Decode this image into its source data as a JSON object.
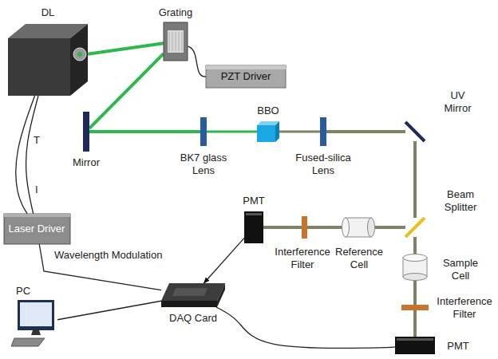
{
  "diagram": {
    "nodes": [
      {
        "text": [
          "DL"
        ]
      },
      {
        "text": [
          "Grating"
        ]
      },
      {
        "text": [
          "PZT Driver"
        ]
      },
      {
        "text": [
          "Mirror"
        ]
      },
      {
        "text": [
          "BK7 glass Lens"
        ]
      },
      {
        "text": [
          "BBO"
        ]
      },
      {
        "text": [
          "Fused-silica Lens"
        ]
      },
      {
        "text": [
          "UV Mirror"
        ]
      },
      {
        "text": [
          "PMT"
        ]
      },
      {
        "text": [
          "Interference Filter"
        ]
      },
      {
        "text": [
          "Reference Cell"
        ]
      },
      {
        "text": [
          "Beam Splitter"
        ]
      },
      {
        "text": [
          "Laser Driver"
        ]
      },
      {
        "text": [
          "Sample Cell"
        ]
      },
      {
        "text": [
          "Interference Filter"
        ]
      },
      {
        "text": [
          "DAQ Card"
        ]
      },
      {
        "text": [
          "PC"
        ]
      },
      {
        "text": [
          "PMT"
        ]
      }
    ],
    "edges": [
      {
        "from": 0,
        "to": 1,
        "arrow": "none"
      },
      {
        "from": 1,
        "to": 3,
        "arrow": "none"
      },
      {
        "from": 3,
        "to": 4,
        "arrow": "none"
      },
      {
        "from": 4,
        "to": 5,
        "arrow": "none"
      },
      {
        "from": 5,
        "to": 6,
        "arrow": "none"
      },
      {
        "from": 6,
        "to": 7,
        "arrow": "none"
      },
      {
        "from": 7,
        "to": 11,
        "arrow": "none"
      },
      {
        "from": 11,
        "to": 10,
        "arrow": "none"
      },
      {
        "from": 10,
        "to": 9,
        "arrow": "none"
      },
      {
        "from": 9,
        "to": 8,
        "arrow": "none"
      },
      {
        "from": 11,
        "to": 13,
        "arrow": "none"
      },
      {
        "from": 13,
        "to": 14,
        "arrow": "none"
      },
      {
        "from": 14,
        "to": 17,
        "arrow": "none"
      },
      {
        "from": 1,
        "to": 2,
        "arrow": "none"
      },
      {
        "from": 0,
        "to": 12,
        "label": "T",
        "arrow": "none"
      },
      {
        "from": 0,
        "to": 12,
        "label": "I",
        "arrow": "none"
      },
      {
        "from": 12,
        "to": 15,
        "label": "Wavelength Modulation",
        "arrow": "none"
      },
      {
        "from": 8,
        "to": 15,
        "arrow": "to"
      },
      {
        "from": 16,
        "to": 15,
        "arrow": "none"
      },
      {
        "from": 15,
        "to": 17,
        "arrow": "none"
      }
    ]
  }
}
